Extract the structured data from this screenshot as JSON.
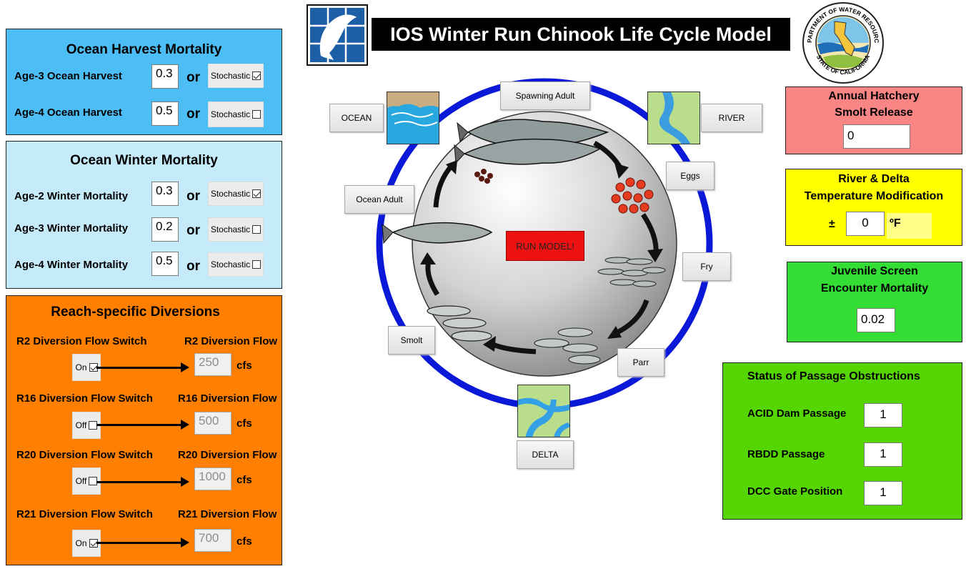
{
  "header": {
    "title": "IOS Winter Run Chinook Life Cycle Model",
    "seal_text_top": "DEPARTMENT OF WATER RESOURCES",
    "seal_text_bottom": "STATE OF CALIFORNIA"
  },
  "ocean_harvest": {
    "title": "Ocean Harvest Mortality",
    "rows": [
      {
        "label": "Age-3 Ocean Harvest",
        "value": "0.3",
        "or": "or",
        "stochastic_label": "Stochastic",
        "checked": true
      },
      {
        "label": "Age-4 Ocean Harvest",
        "value": "0.5",
        "or": "or",
        "stochastic_label": "Stochastic",
        "checked": false
      }
    ]
  },
  "ocean_winter": {
    "title": "Ocean Winter Mortality",
    "rows": [
      {
        "label": "Age-2 Winter Mortality",
        "value": "0.3",
        "or": "or",
        "stochastic_label": "Stochastic",
        "checked": true
      },
      {
        "label": "Age-3 Winter Mortality",
        "value": "0.2",
        "or": "or",
        "stochastic_label": "Stochastic",
        "checked": false
      },
      {
        "label": "Age-4 Winter Mortality",
        "value": "0.5",
        "or": "or",
        "stochastic_label": "Stochastic",
        "checked": false
      }
    ]
  },
  "diversions": {
    "title": "Reach-specific Diversions",
    "rows": [
      {
        "switch_label": "R2 Diversion Flow Switch",
        "flow_label": "R2 Diversion Flow",
        "state": "On",
        "checked": true,
        "flow": "250",
        "unit": "cfs"
      },
      {
        "switch_label": "R16 Diversion Flow Switch",
        "flow_label": "R16 Diversion Flow",
        "state": "Off",
        "checked": false,
        "flow": "500",
        "unit": "cfs"
      },
      {
        "switch_label": "R20 Diversion Flow Switch",
        "flow_label": "R20 Diversion Flow",
        "state": "Off",
        "checked": false,
        "flow": "1000",
        "unit": "cfs"
      },
      {
        "switch_label": "R21 Diversion Flow Switch",
        "flow_label": "R21 Diversion Flow",
        "state": "On",
        "checked": true,
        "flow": "700",
        "unit": "cfs"
      }
    ]
  },
  "lifecycle": {
    "run_button": "RUN MODEL!",
    "stages": {
      "spawning_adult": "Spawning Adult",
      "eggs": "Eggs",
      "fry": "Fry",
      "parr": "Parr",
      "smolt": "Smolt",
      "ocean_adult": "Ocean Adult"
    },
    "habitats": {
      "ocean": "OCEAN",
      "river": "RIVER",
      "delta": "DELTA"
    }
  },
  "hatchery": {
    "title_line1": "Annual Hatchery",
    "title_line2": "Smolt Release",
    "value": "0"
  },
  "temperature": {
    "title_line1": "River & Delta",
    "title_line2": "Temperature Modification",
    "prefix": "±",
    "value": "0",
    "unit": "ºF"
  },
  "screen": {
    "title_line1": "Juvenile Screen",
    "title_line2": "Encounter Mortality",
    "value": "0.02"
  },
  "passage": {
    "title": "Status of Passage Obstructions",
    "rows": [
      {
        "label": "ACID Dam Passage",
        "value": "1"
      },
      {
        "label": "RBDD Passage",
        "value": "1"
      },
      {
        "label": "DCC Gate Position",
        "value": "1"
      }
    ]
  },
  "colors": {
    "harvest_panel": "#4dbdf5",
    "winter_panel": "#c5eafa",
    "diversion_panel": "#ff8000",
    "hatchery_panel": "#f98585",
    "temperature_panel": "#ffff00",
    "screen_panel": "#33dd33",
    "passage_panel": "#55d600",
    "run_button": "#ee1111",
    "cycle_ring": "#0a18d8"
  }
}
